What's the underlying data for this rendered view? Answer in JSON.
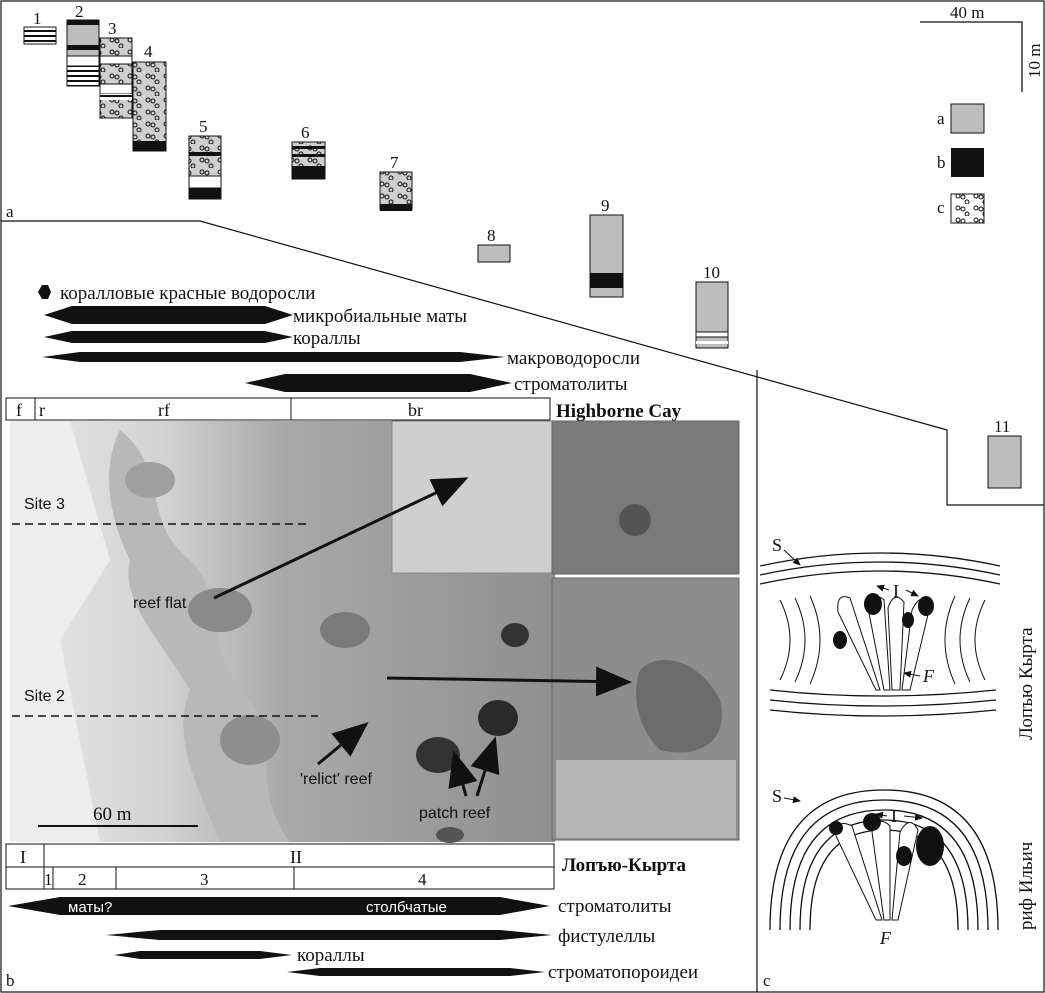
{
  "panel_a": {
    "label": "a",
    "scale_h": "40 m",
    "scale_v": "10 m",
    "columns": [
      "1",
      "2",
      "3",
      "4",
      "5",
      "6",
      "7",
      "8",
      "9",
      "10",
      "11"
    ],
    "legend": [
      {
        "key": "a",
        "fill": "#bdbdbd"
      },
      {
        "key": "b",
        "fill": "#000000"
      },
      {
        "key": "c",
        "fill": "pattern"
      }
    ]
  },
  "highborne": {
    "title": "Highborne Cay",
    "zones": [
      "f",
      "r",
      "rf",
      "br"
    ],
    "bars": [
      "коралловые красные водоросли",
      "микробиальные маты",
      "кораллы",
      "макроводоросли",
      "строматолиты"
    ]
  },
  "photo_labels": {
    "site3": "Site 3",
    "site2": "Site 2",
    "reef_flat": "reef flat",
    "relict": "'relict' reef",
    "patch": "patch reef",
    "scale": "60 m"
  },
  "lopyu": {
    "title": "Лопъю-Кырта",
    "row1": [
      "I",
      "II"
    ],
    "row2": [
      "1",
      "2",
      "3",
      "4"
    ],
    "bar_mats": "маты?",
    "bar_columnar": "столбчатые",
    "bars": [
      "строматолиты",
      "фистулеллы",
      "кораллы",
      "строматопороидеи"
    ]
  },
  "panel_b": {
    "label": "b"
  },
  "panel_c": {
    "label": "c",
    "diag1": "Лопъю Кырта",
    "diag2": "риф Ильич",
    "S": "S",
    "I": "I",
    "F": "F"
  },
  "colors": {
    "sediment": "#bdbdbd",
    "black": "#000000",
    "photo_bg": "#9a9a9a"
  }
}
